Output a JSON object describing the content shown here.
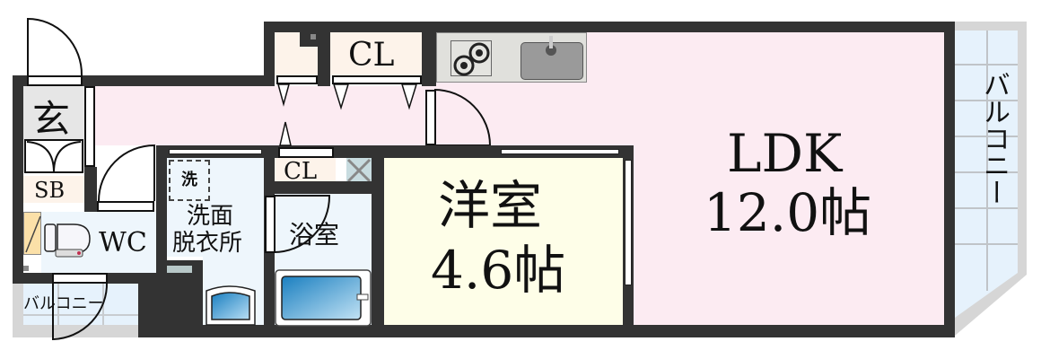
{
  "floorplan": {
    "rooms": {
      "ldk": {
        "name": "LDK",
        "size": "12.0帖"
      },
      "western_room": {
        "name": "洋室",
        "size": "4.6帖"
      },
      "entrance": {
        "label": "玄"
      },
      "shoe_box": {
        "label": "SB"
      },
      "toilet": {
        "label": "WC"
      },
      "washroom": {
        "line1": "洗面",
        "line2": "脱衣所"
      },
      "washer": {
        "label": "洗"
      },
      "bathroom": {
        "label": "浴室"
      },
      "closet_top": {
        "label": "CL"
      },
      "closet_mid": {
        "label": "CL"
      },
      "balcony_right": {
        "label": "バルコニー"
      },
      "balcony_left": {
        "label": "バルコニー"
      }
    },
    "colors": {
      "wall": "#333333",
      "ldk_fill": "#fcebf2",
      "western_fill": "#fefee8",
      "wet_area_fill": "#eef6fc",
      "entrance_fill": "#e6e6e6",
      "closet_fill": "#fdf3ea",
      "balcony_fill": "#e6f2fc",
      "kitchen_fill": "#e0e0dc"
    }
  }
}
